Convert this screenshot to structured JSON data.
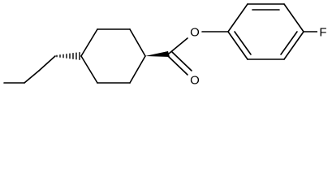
{
  "molecule": {
    "atoms": {
      "oxygen_ester": "O",
      "oxygen_carbonyl": "O",
      "fluorine": "F"
    }
  }
}
